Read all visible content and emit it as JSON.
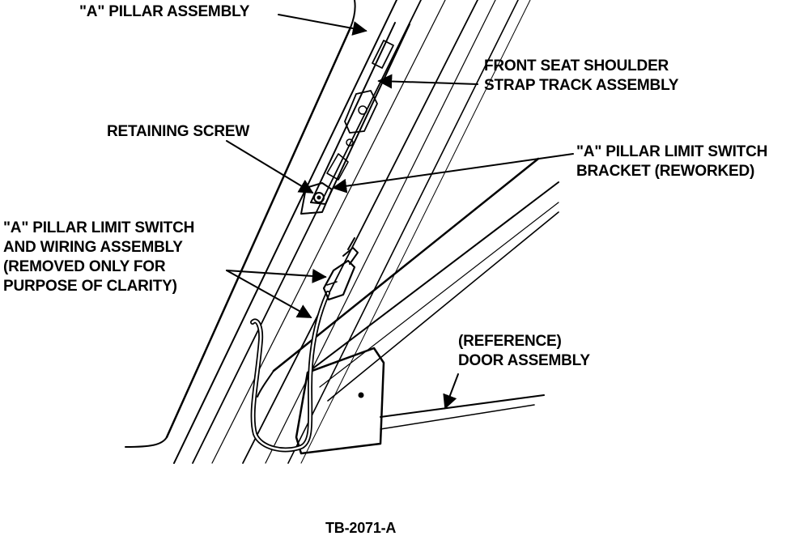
{
  "labels": {
    "a_pillar_assembly": "\"A\" PILLAR ASSEMBLY",
    "strap_track_line1": "FRONT SEAT SHOULDER",
    "strap_track_line2": "STRAP TRACK ASSEMBLY",
    "retaining_screw": "RETAINING SCREW",
    "bracket_line1": "\"A\" PILLAR LIMIT SWITCH",
    "bracket_line2": "BRACKET (REWORKED)",
    "switch_line1": "\"A\" PILLAR LIMIT SWITCH",
    "switch_line2": "AND WIRING ASSEMBLY",
    "switch_line3": "(REMOVED ONLY FOR",
    "switch_line4": "PURPOSE OF CLARITY)",
    "door_line1": "(REFERENCE)",
    "door_line2": "DOOR ASSEMBLY",
    "figure_id": "TB-2071-A"
  },
  "colors": {
    "ink": "#000000",
    "paper": "#ffffff"
  }
}
